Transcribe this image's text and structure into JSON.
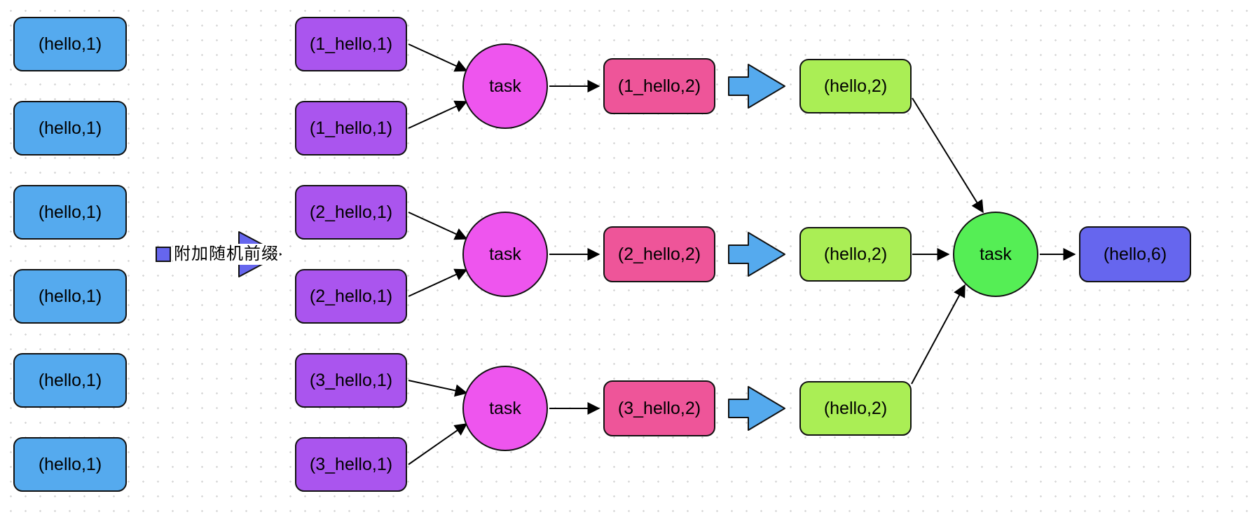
{
  "diagram": {
    "title_hint": "word-count shuffle flow with random prefixes",
    "colors": {
      "input_box": "#55aaee",
      "prefixed_box": "#aa55ee",
      "map_task_circle": "#ee55ee",
      "mapped_box": "#ee5599",
      "flow_arrow": "#55aaee",
      "combined_box": "#aaee55",
      "reduce_task_circle": "#55ee55",
      "result_box": "#6666ee",
      "prefix_marker": "#6666ee",
      "edge_stroke": "#000000",
      "grid_dot": "#d7d7d7",
      "background": "#ffffff"
    },
    "input_boxes": [
      "(hello,1)",
      "(hello,1)",
      "(hello,1)",
      "(hello,1)",
      "(hello,1)",
      "(hello,1)"
    ],
    "prefix_label": {
      "text": "附加随机前缀"
    },
    "prefixed_boxes": [
      "(1_hello,1)",
      "(1_hello,1)",
      "(2_hello,1)",
      "(2_hello,1)",
      "(3_hello,1)",
      "(3_hello,1)"
    ],
    "map_tasks": [
      "task",
      "task",
      "task"
    ],
    "mapped_boxes": [
      "(1_hello,2)",
      "(2_hello,2)",
      "(3_hello,2)"
    ],
    "combined_boxes": [
      "(hello,2)",
      "(hello,2)",
      "(hello,2)"
    ],
    "reduce_task": "task",
    "result_box": "(hello,6)"
  }
}
